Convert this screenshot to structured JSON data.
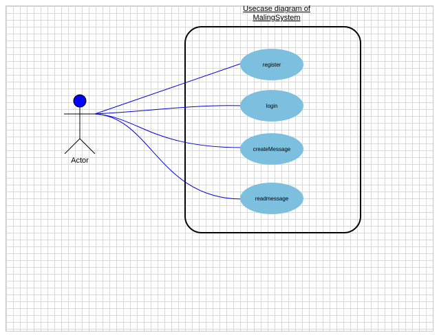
{
  "diagram": {
    "title_line1": "Usecase diagram of",
    "title_line2": "MalingSystem",
    "actor": {
      "label": "Actor"
    },
    "use_cases": [
      {
        "label": "register"
      },
      {
        "label": "login"
      },
      {
        "label": "createMessage"
      },
      {
        "label": "readmessage"
      }
    ]
  },
  "colors": {
    "usecase_fill": "#7dbfdf",
    "association_line": "#0000e0",
    "actor_head": "#0000ff",
    "boundary": "#000000",
    "grid": "#d9d9d9"
  }
}
